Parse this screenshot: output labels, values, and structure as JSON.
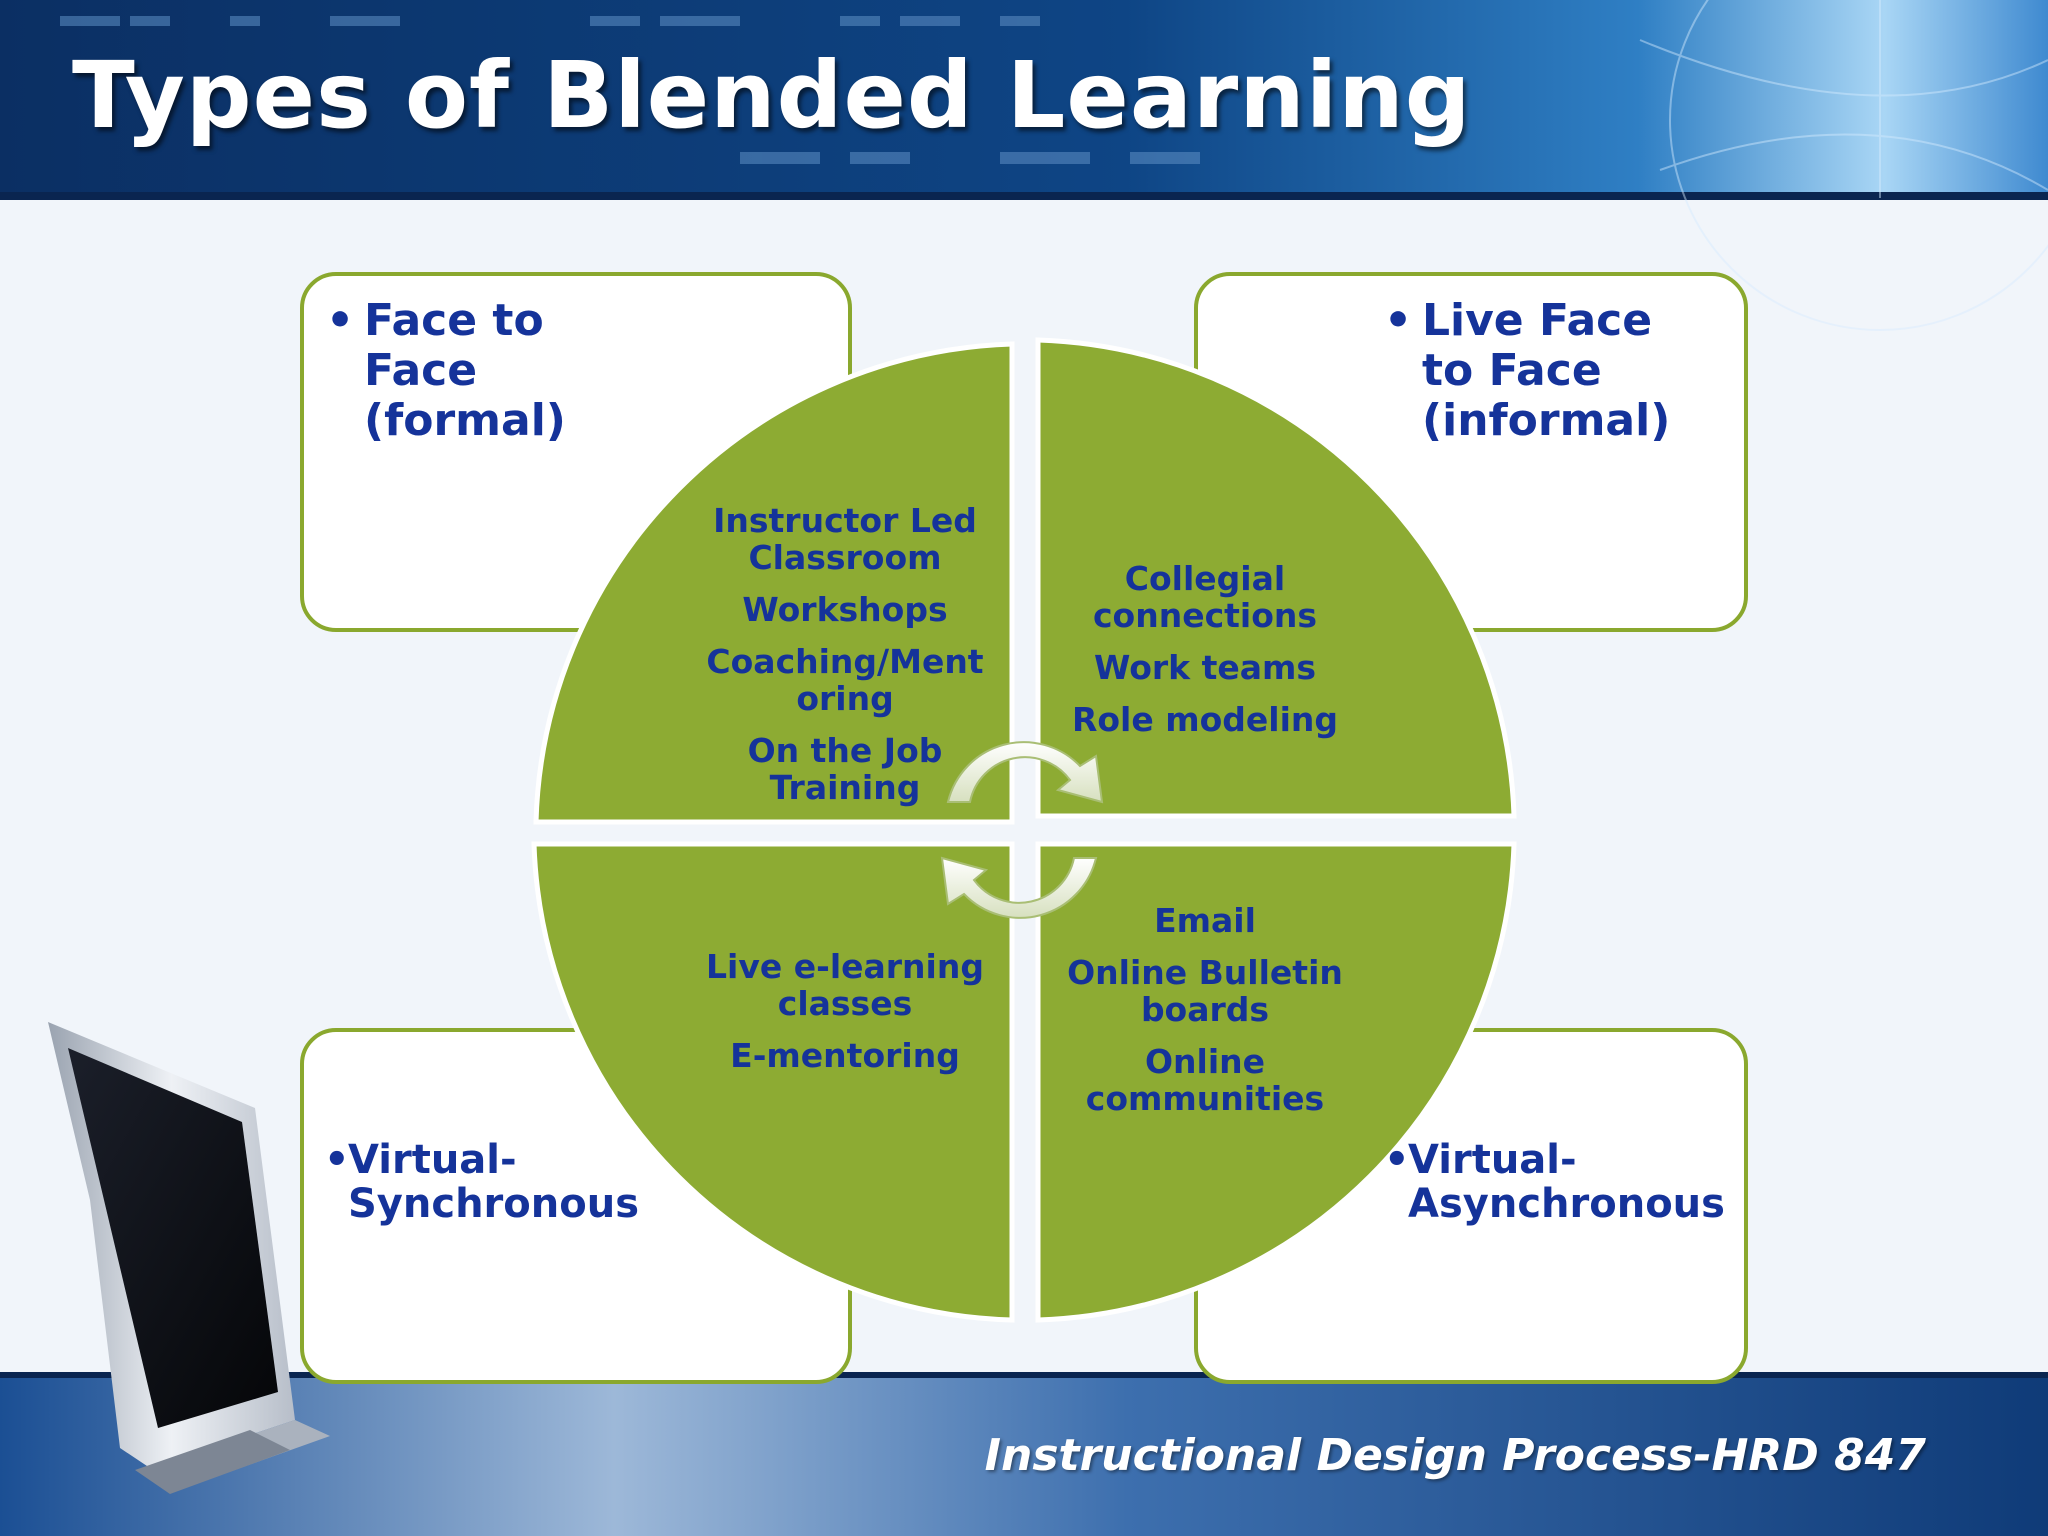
{
  "slide": {
    "title": "Types of Blended Learning",
    "footer": "Instructional Design Process-HRD 847"
  },
  "boxes": [
    {
      "bullet": "•",
      "lines": [
        "Face to",
        "Face",
        "(formal)"
      ]
    },
    {
      "bullet": "•",
      "lines": [
        "Live Face",
        "to Face",
        "(informal)"
      ]
    },
    {
      "bullet": "•",
      "lines": [
        "Virtual-",
        "Synchronous"
      ]
    },
    {
      "bullet": "•",
      "lines": [
        "Virtual-",
        "Asynchronous"
      ]
    }
  ],
  "quadrants": [
    {
      "items": [
        [
          "Instructor Led",
          "Classroom"
        ],
        [
          "Workshops"
        ],
        [
          "Coaching/Ment",
          "oring"
        ],
        [
          "On the Job",
          "Training"
        ]
      ]
    },
    {
      "items": [
        [
          "Collegial",
          "connections"
        ],
        [
          "Work teams"
        ],
        [
          "Role modeling"
        ]
      ]
    },
    {
      "items": [
        [
          "Live e-learning",
          "classes"
        ],
        [
          "E-mentoring"
        ]
      ]
    },
    {
      "items": [
        [
          "Email"
        ],
        [
          "Online Bulletin",
          "boards"
        ],
        [
          "Online",
          "communities"
        ]
      ]
    }
  ],
  "colors": {
    "header_blue": "#0d3d7a",
    "box_border": "#8aa82e",
    "quadrant_green": "#8dab33",
    "text_blue": "#15339a"
  },
  "icons": [
    "computer-monitor-icon",
    "cycle-arrows-icon"
  ]
}
